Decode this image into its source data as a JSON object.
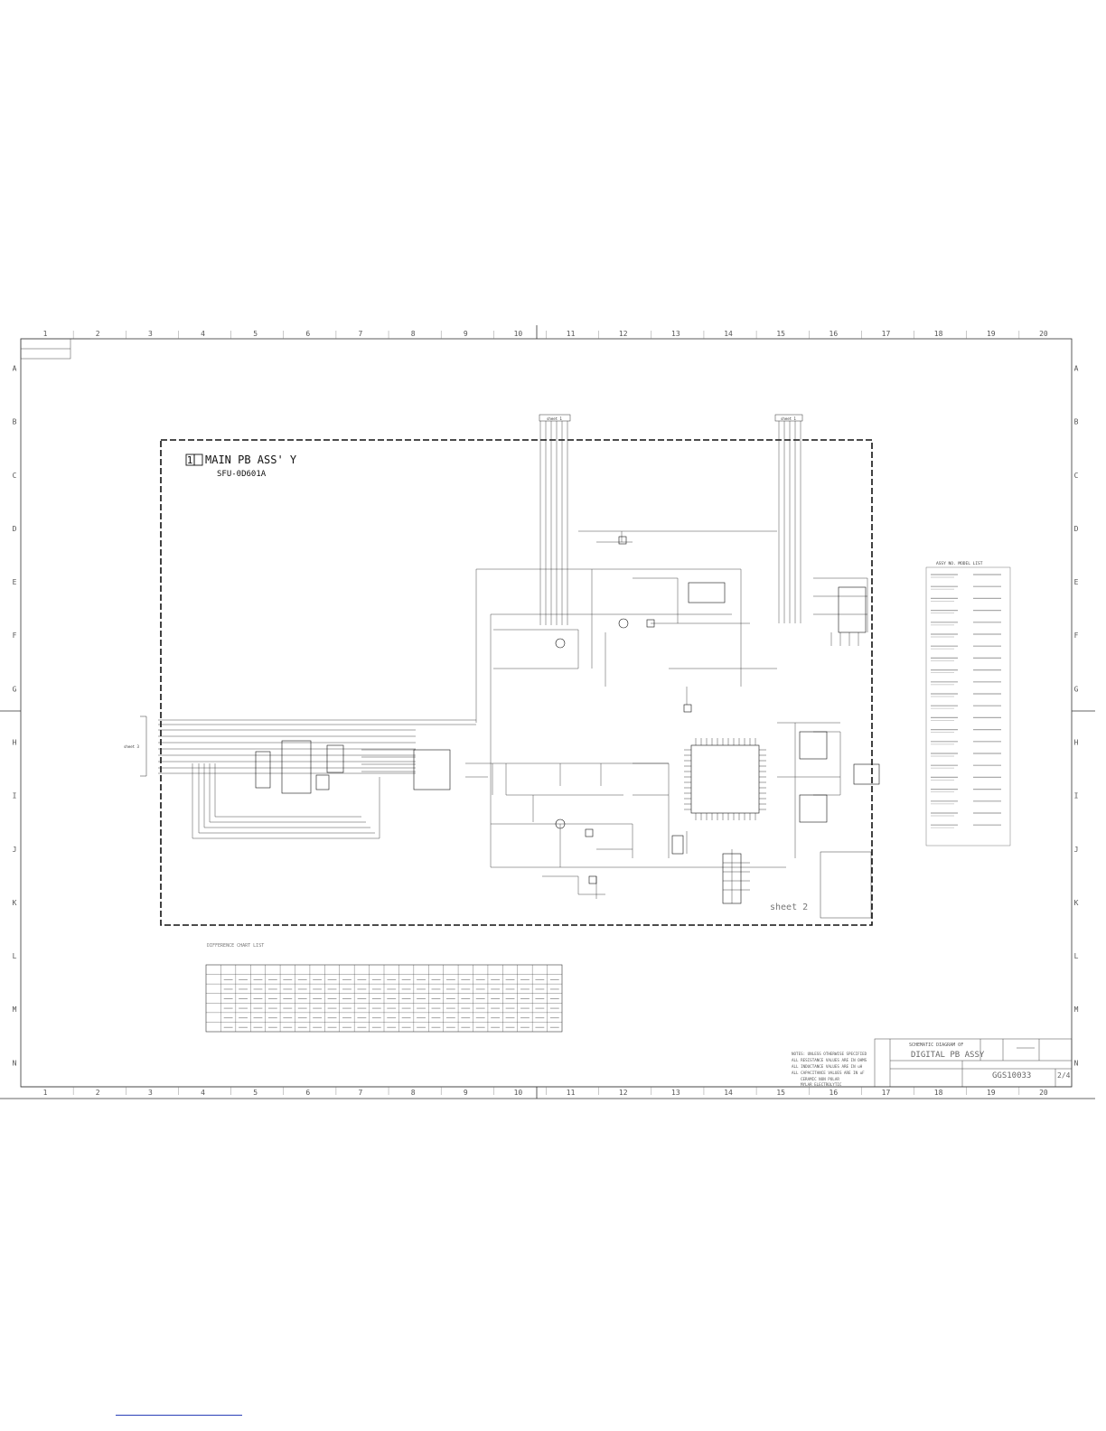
{
  "drawing": {
    "column_numbers": [
      "1",
      "2",
      "3",
      "4",
      "5",
      "6",
      "7",
      "8",
      "9",
      "10",
      "11",
      "12",
      "13",
      "14",
      "15",
      "16",
      "17",
      "18",
      "19",
      "20"
    ],
    "row_letters": [
      "A",
      "B",
      "C",
      "D",
      "E",
      "F",
      "G",
      "H",
      "I",
      "J",
      "K",
      "L",
      "M",
      "N"
    ],
    "board_number": "1",
    "board_title": "MAIN PB ASS' Y",
    "board_part": "SFU-0D601A",
    "sheet_ref_top_left": "sheet 1",
    "sheet_ref_top_right": "sheet 1",
    "sheet_ref_left": "sheet 3",
    "sheet_label": "sheet 2",
    "difference_chart_title": "DIFFERENCE CHART LIST",
    "assy_list_title": "ASSY NO.   MODEL LIST"
  },
  "title_block": {
    "diagram_type": "SCHEMATIC DIAGRAM OF",
    "diagram_name": "DIGITAL PB ASSY",
    "drawing_number": "GGS10033",
    "sheet_no": "2/4",
    "notes": [
      "NOTES: UNLESS OTHERWISE SPECIFIED",
      "ALL RESISTANCE VALUES ARE IN OHMS",
      "ALL INDUCTANCE VALUES ARE IN uH",
      "ALL CAPACITANCE VALUES ARE IN uF",
      "CERAMIC   NON POLAR",
      "MYLAR     ELECTROLYTIC"
    ]
  }
}
